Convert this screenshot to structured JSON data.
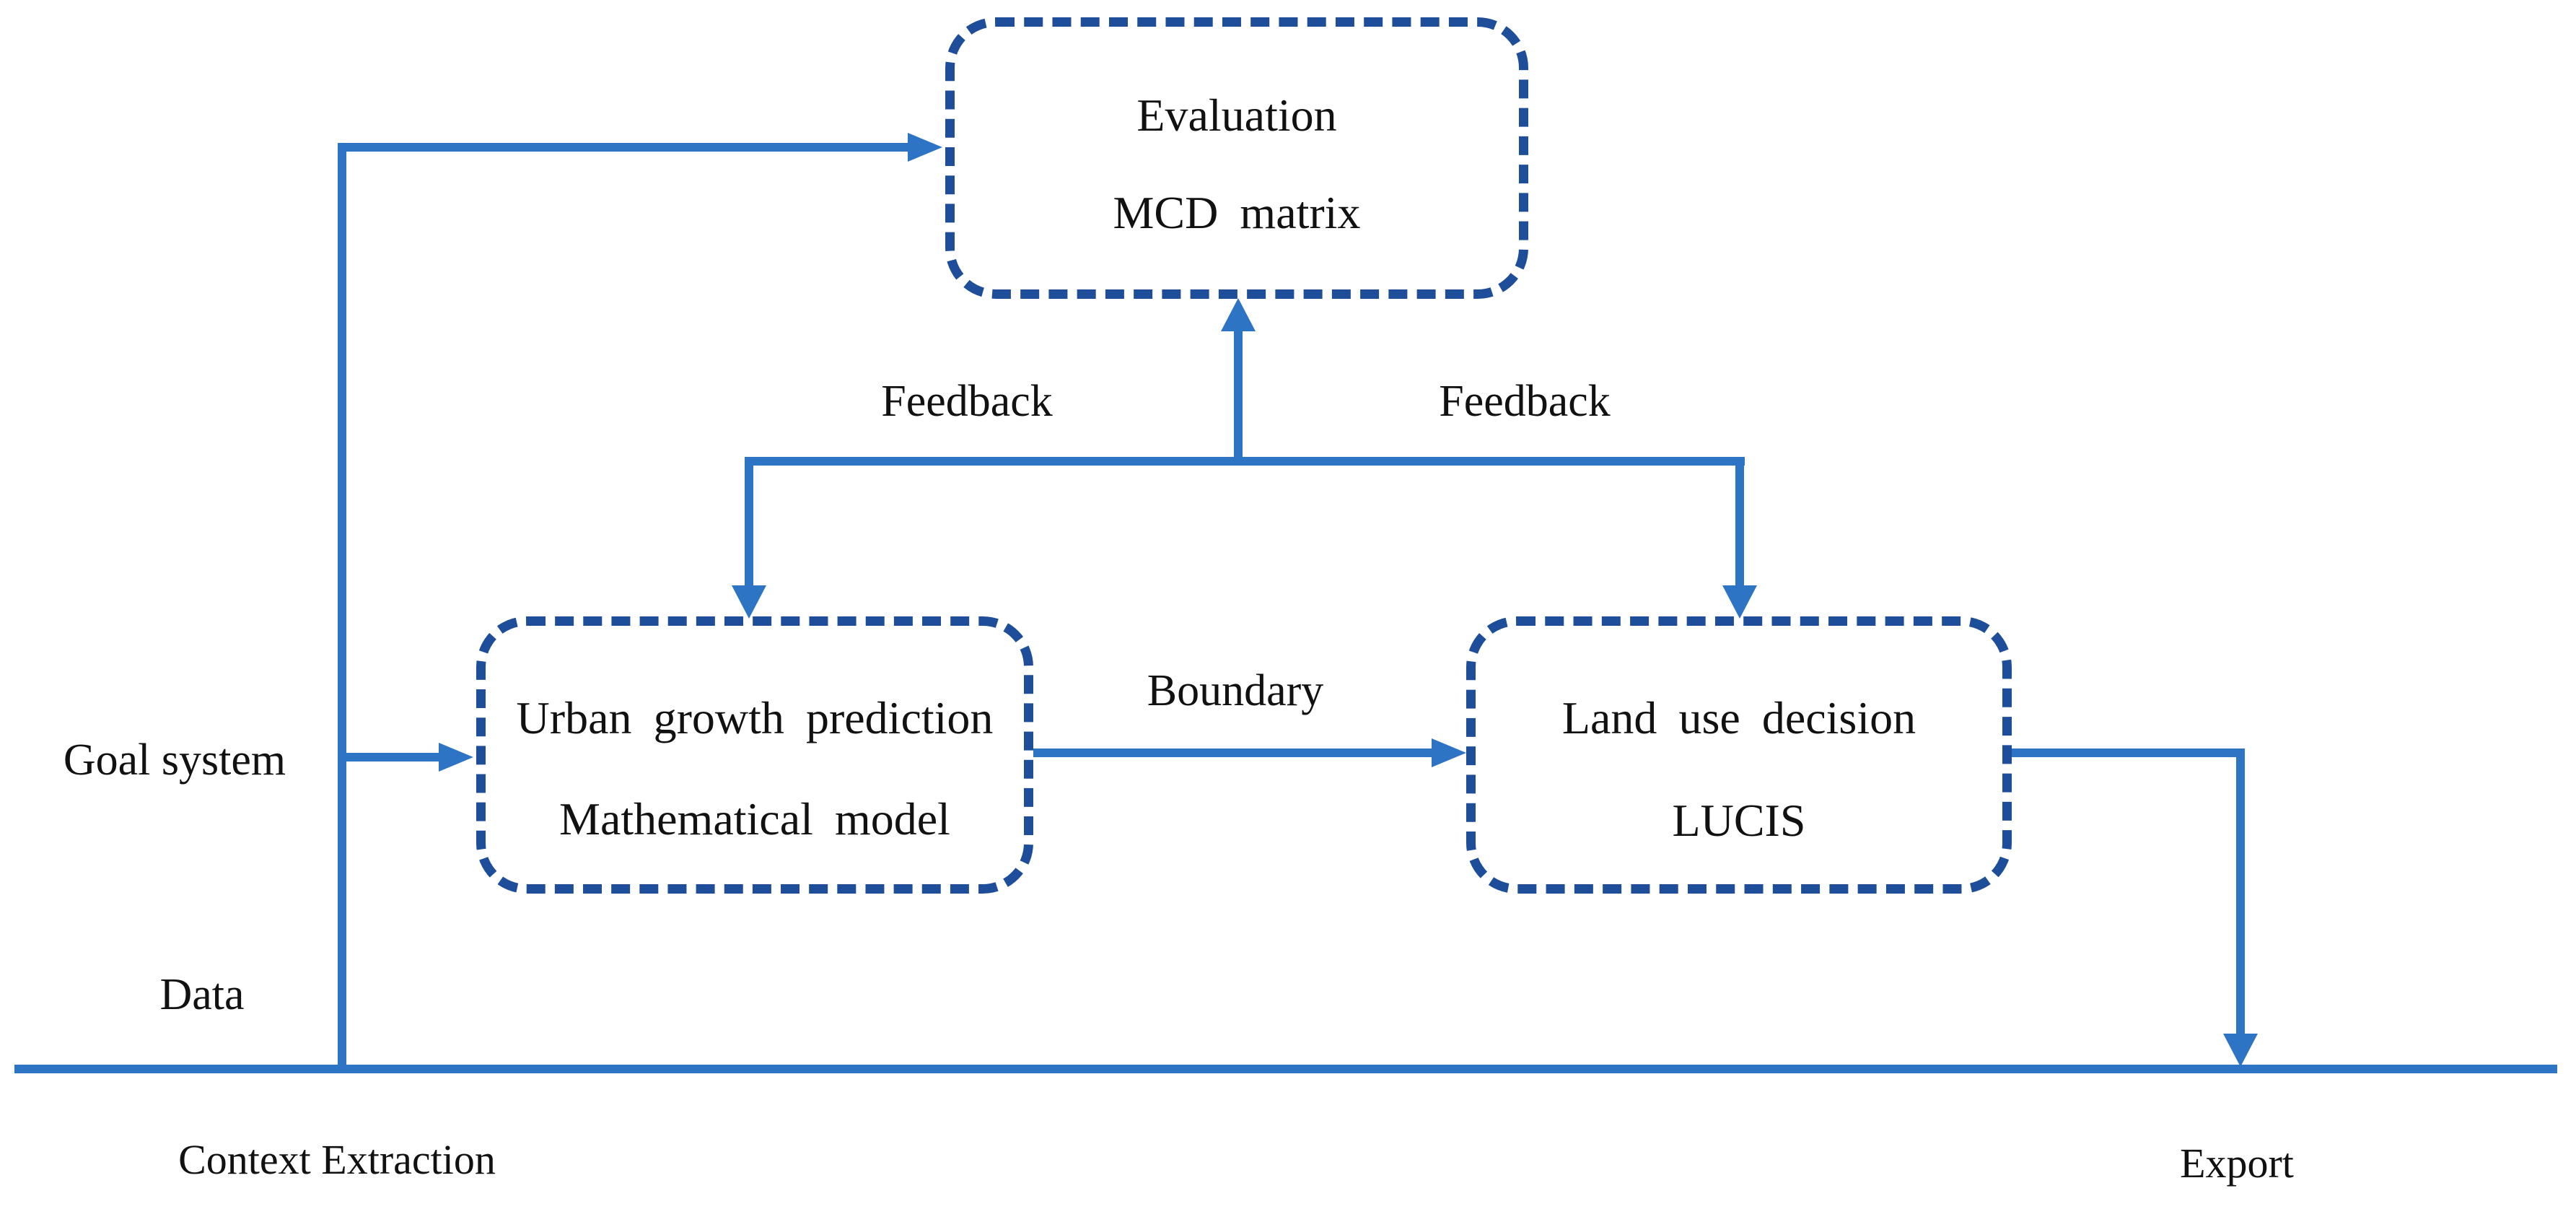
{
  "diagram": {
    "boxes": {
      "evaluation": {
        "title": "Evaluation",
        "subtitle": "MCD matrix"
      },
      "urban_growth": {
        "title": "Urban growth prediction",
        "subtitle": "Mathematical model"
      },
      "land_use": {
        "title": "Land use decision",
        "subtitle": "LUCIS"
      }
    },
    "labels": {
      "feedback_left": "Feedback",
      "feedback_right": "Feedback",
      "boundary": "Boundary",
      "goal_system": "Goal system",
      "data": "Data",
      "context_extraction": "Context Extraction",
      "export": "Export"
    },
    "colors": {
      "line": "#2E74C4",
      "dashed_border": "#1E4E99",
      "text": "#111111",
      "background": "#FFFFFF"
    }
  }
}
